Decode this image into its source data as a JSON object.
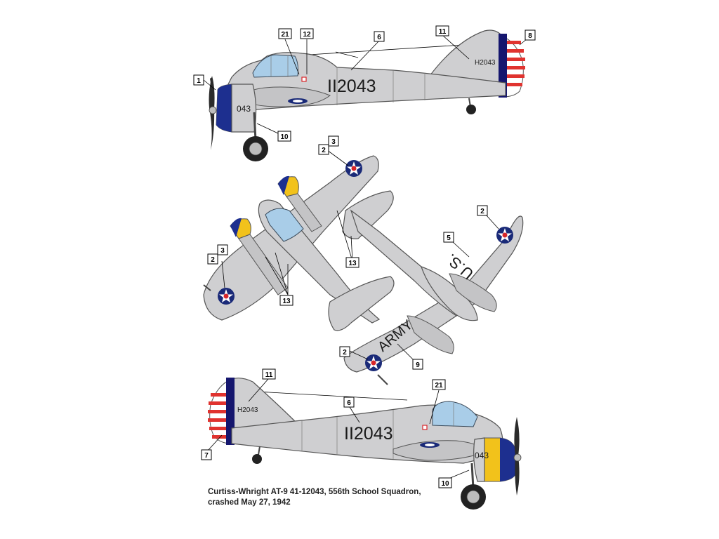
{
  "markings": {
    "serial_large": "II2043",
    "tail_code": "H2043",
    "cowl_number": "043",
    "wing_army": "ARMY",
    "wing_us": "U.S."
  },
  "callouts": {
    "n1": "1",
    "n2": "2",
    "n3": "3",
    "n5": "5",
    "n6": "6",
    "n7": "7",
    "n8": "8",
    "n9": "9",
    "n10": "10",
    "n11": "11",
    "n12": "12",
    "n13": "13",
    "n21": "21"
  },
  "caption": {
    "line1": "Curtiss-Whright AT-9 41-12043, 556th School Squadron,",
    "line2": "crashed May 27, 1942"
  },
  "colors": {
    "aircraft_grey": "#cfcfd1",
    "cowl_blue": "#1d2f8f",
    "cowl_yellow": "#f2c21b",
    "rudder_blue": "#15166e",
    "rudder_red": "#e0332f",
    "roundel_blue": "#1a2a78",
    "roundel_red": "#d8262a",
    "canopy": "#a9cde8"
  }
}
